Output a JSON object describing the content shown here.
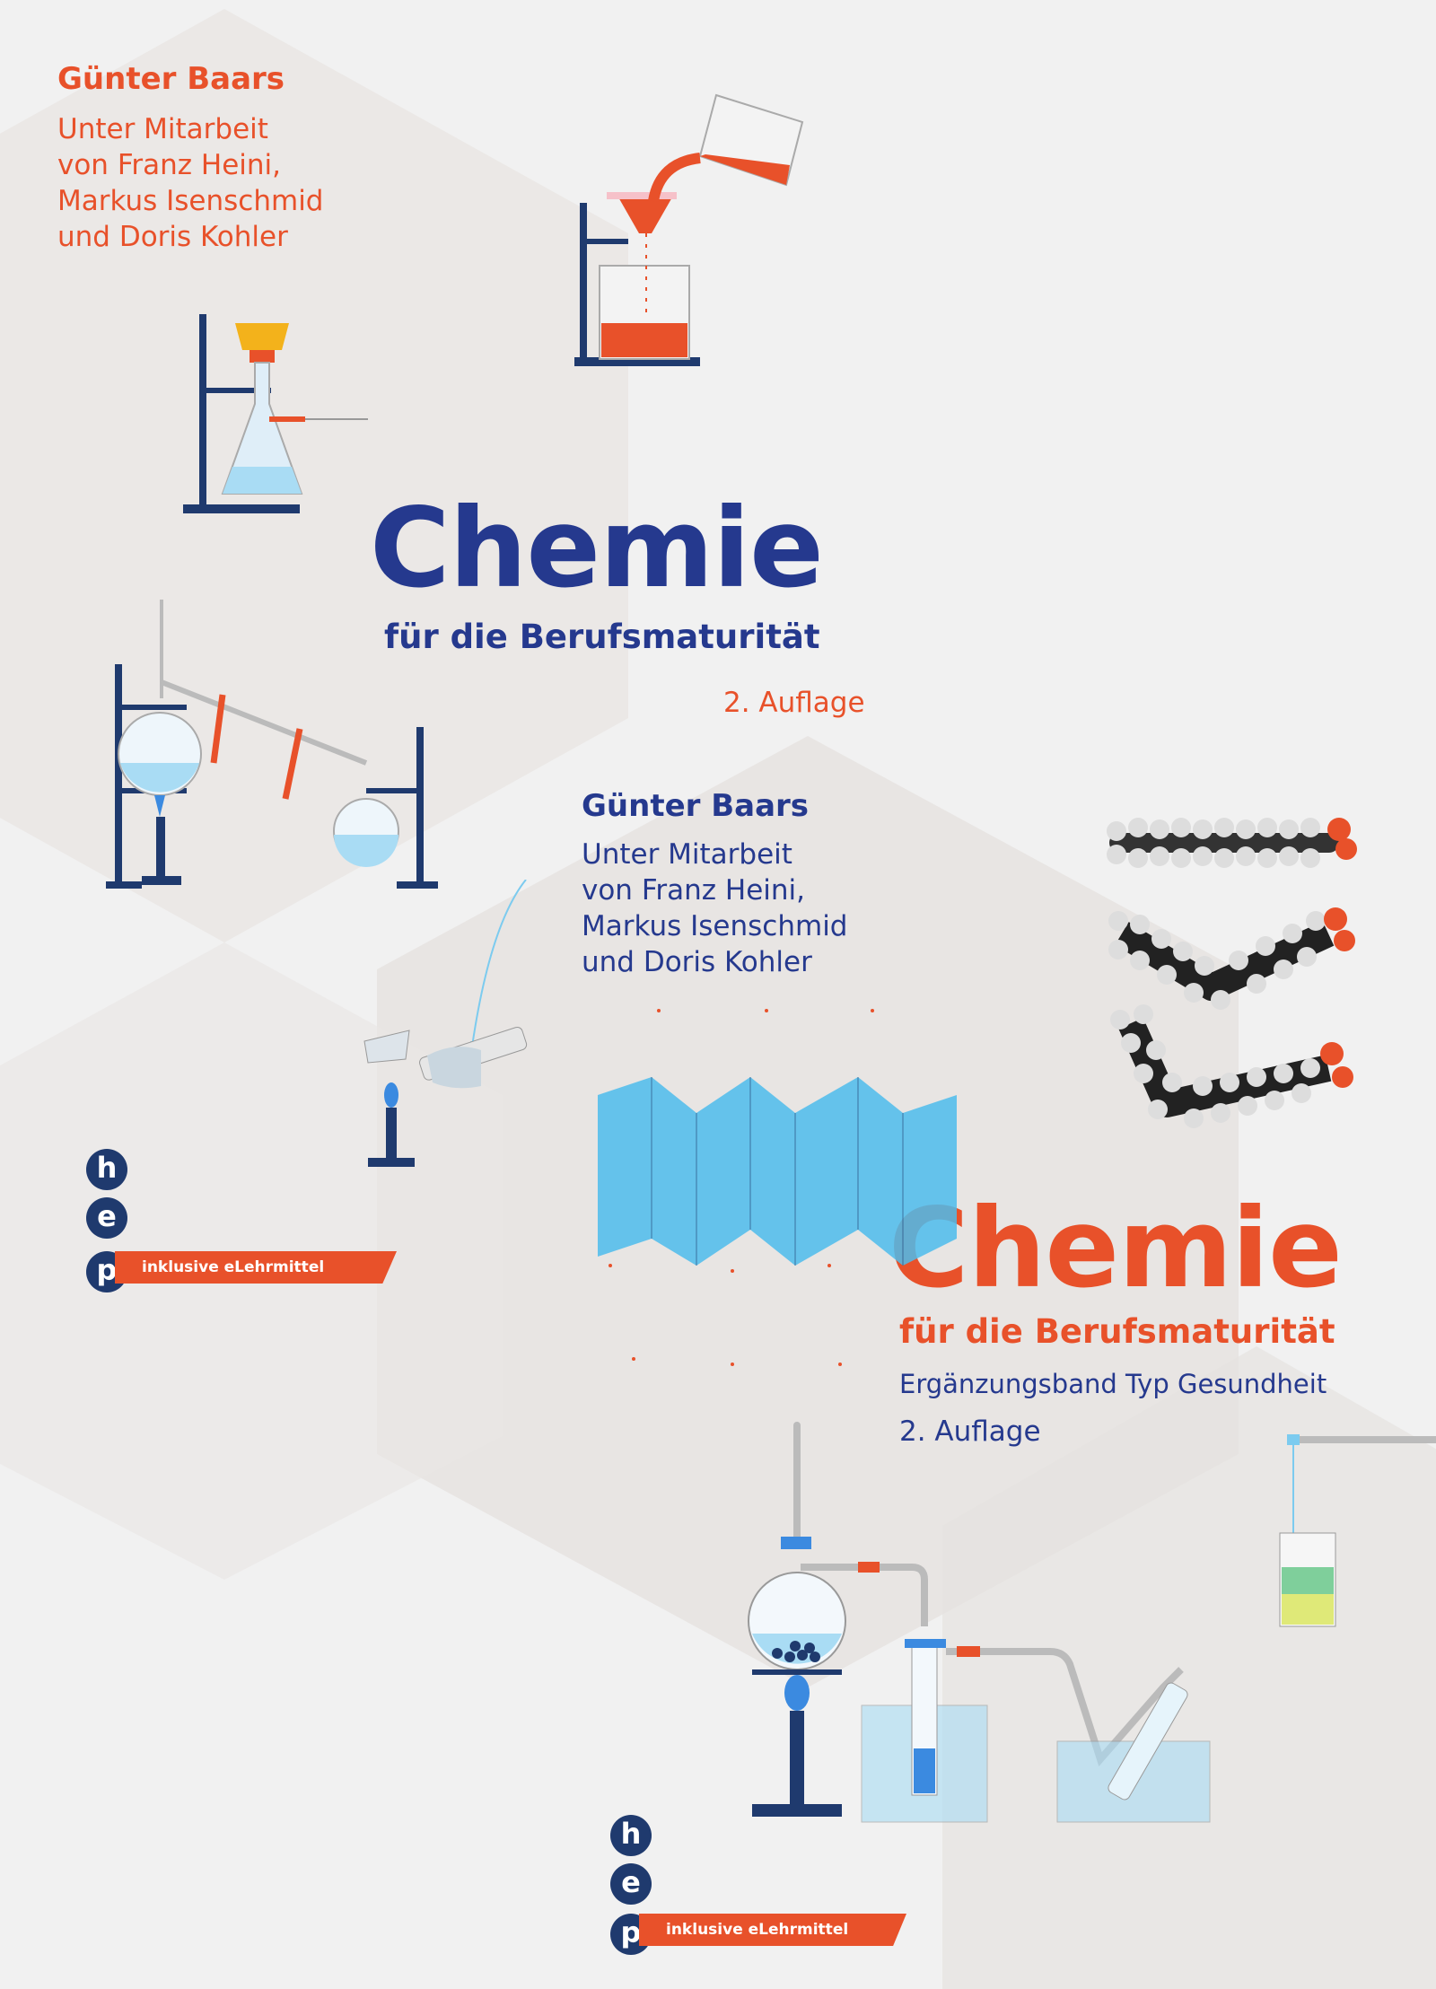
{
  "book1": {
    "author": "Günter Baars",
    "collaborators": [
      "Unter Mitarbeit",
      "von Franz Heini,",
      "Markus Isenschmid",
      "und Doris Kohler"
    ],
    "title": "Chemie",
    "subtitle": "für die Berufsmaturität",
    "edition": "2. Auflage",
    "publisher_letters": [
      "h",
      "e",
      "p"
    ],
    "badge": "inklusive eLehrmittel"
  },
  "book2": {
    "author": "Günter Baars",
    "collaborators": [
      "Unter Mitarbeit",
      "von Franz Heini,",
      "Markus Isenschmid",
      "und Doris Kohler"
    ],
    "title": "Chemie",
    "subtitle": "für die Berufsmaturität",
    "supplement": "Ergänzungsband Typ Gesundheit",
    "edition": "2. Auflage",
    "publisher_letters": [
      "h",
      "e",
      "p"
    ],
    "badge": "inklusive eLehrmittel"
  },
  "colors": {
    "orange": "#e8512a",
    "navy": "#25398e",
    "background": "#f1f1f1",
    "hexagon": "#e6e2e0",
    "water_blue": "#a9dcf4"
  },
  "icons": [
    "filter-flask-icon",
    "pouring-beaker-icon",
    "distillation-apparatus-icon",
    "bunsen-burner-icon",
    "protein-sheet-icon",
    "molecule-chains-icon",
    "gas-apparatus-icon",
    "small-beaker-icon"
  ]
}
